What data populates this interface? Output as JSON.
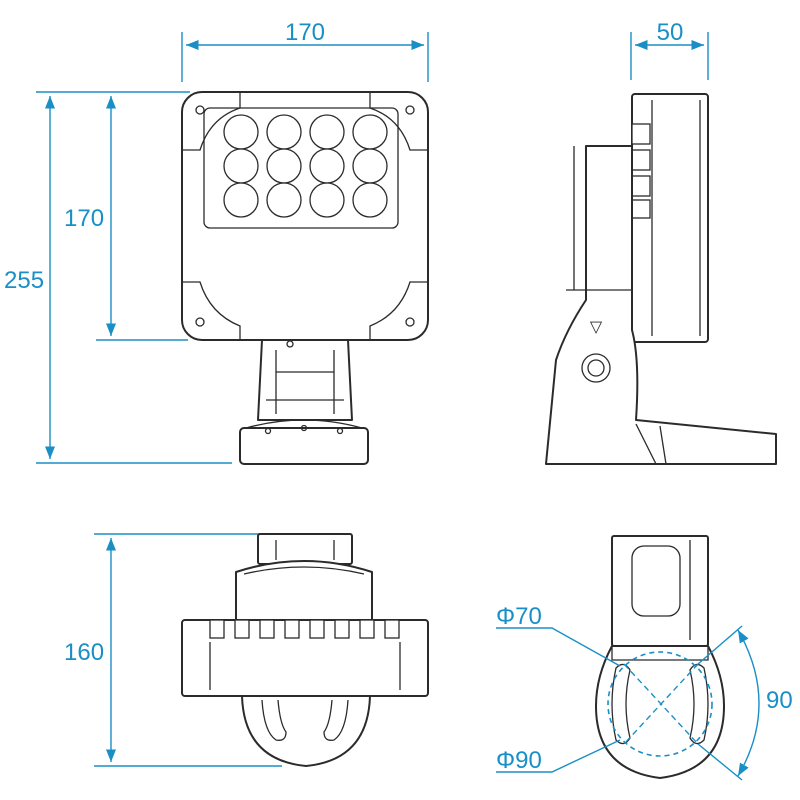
{
  "colors": {
    "dimension": "#1a8fc6",
    "outline": "#2b2b2b",
    "background": "#ffffff"
  },
  "front_view": {
    "width_label": "170",
    "height_label": "170",
    "total_height_label": "255"
  },
  "side_view": {
    "depth_label": "50",
    "arrow_symbol": "▽"
  },
  "bottom_view": {
    "depth_label": "160"
  },
  "base_view": {
    "inner_diameter_label": "Φ70",
    "outer_diameter_label": "Φ90",
    "angle_label": "90"
  }
}
